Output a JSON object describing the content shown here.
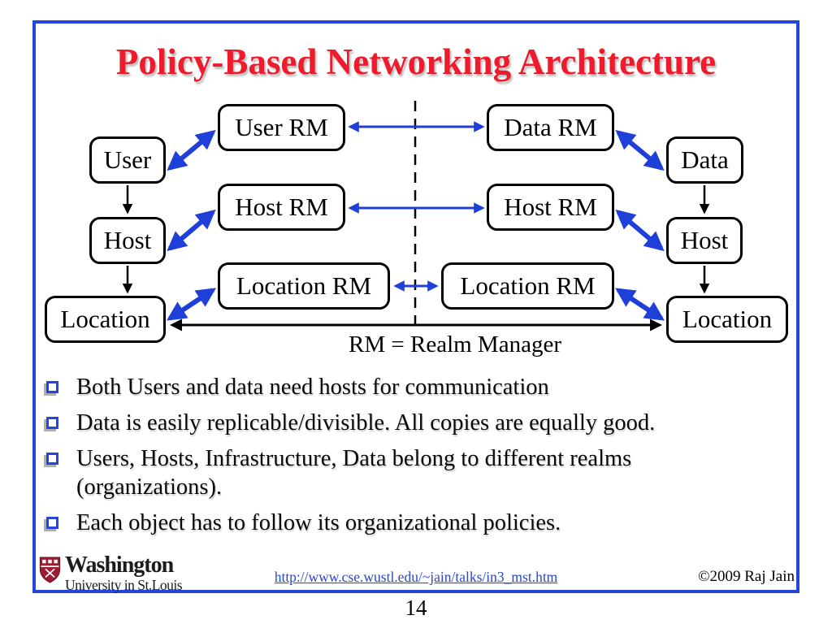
{
  "slide": {
    "title": "Policy-Based Networking Architecture",
    "page_number": "14"
  },
  "diagram": {
    "nodes": [
      {
        "id": "user-left",
        "label": "User"
      },
      {
        "id": "host-left",
        "label": "Host"
      },
      {
        "id": "location-left",
        "label": "Location"
      },
      {
        "id": "user-rm",
        "label": "User RM"
      },
      {
        "id": "host-rm-left",
        "label": "Host RM"
      },
      {
        "id": "location-rm-left",
        "label": "Location RM"
      },
      {
        "id": "data-rm",
        "label": "Data RM"
      },
      {
        "id": "host-rm-right",
        "label": "Host RM"
      },
      {
        "id": "location-rm-right",
        "label": "Location RM"
      },
      {
        "id": "data-right",
        "label": "Data"
      },
      {
        "id": "host-right",
        "label": "Host"
      },
      {
        "id": "location-right",
        "label": "Location"
      }
    ],
    "legend": "RM = Realm Manager"
  },
  "bullets": {
    "items": [
      "Both Users and data need hosts for communication",
      "Data is easily replicable/divisible. All copies are equally good.",
      "Users, Hosts, Infrastructure, Data belong to different realms (organizations).",
      "Each object has to follow its organizational policies."
    ]
  },
  "footer": {
    "logo_line1": "Washington",
    "logo_line2": "University in St.Louis",
    "url": "http://www.cse.wustl.edu/~jain/talks/in3_mst.htm",
    "copyright": "©2009 Raj Jain"
  },
  "colors": {
    "border_blue": "#2546dd",
    "arrow_blue": "#1f3fd9",
    "title_red": "#ed1b2c",
    "shield_red": "#9e1b32"
  }
}
